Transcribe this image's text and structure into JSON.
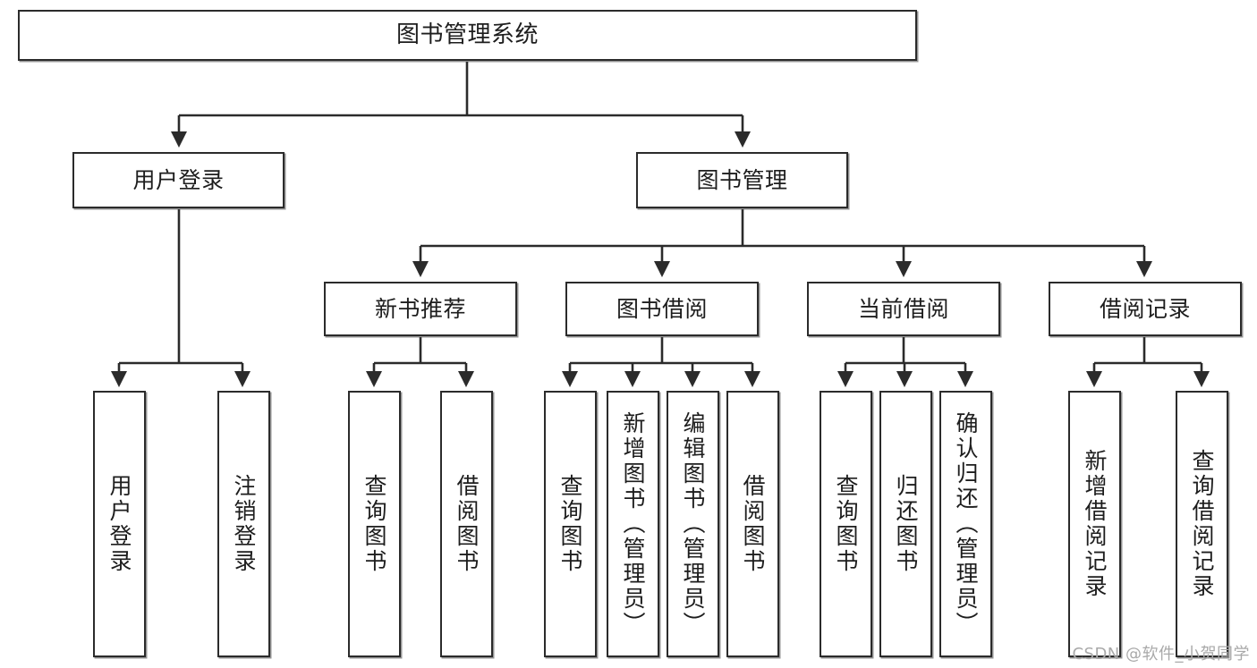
{
  "diagram": {
    "title": "图书管理系统",
    "type": "tree-hierarchy",
    "watermark": "CSDN @软件_小贺同学",
    "colors": {
      "box_border": "#2b2b2b",
      "box_fill": "#ffffff",
      "edge": "#2b2b2b",
      "text": "#1d1d1d",
      "watermark": "#a9a9a9",
      "background": "#ffffff"
    },
    "nodes": {
      "root": {
        "label": "图书管理系统"
      },
      "level2": [
        {
          "id": "user-login",
          "label": "用户登录"
        },
        {
          "id": "book-management",
          "label": "图书管理"
        }
      ],
      "level3": [
        {
          "id": "new-book-recommend",
          "label": "新书推荐"
        },
        {
          "id": "book-borrow",
          "label": "图书借阅"
        },
        {
          "id": "current-borrow",
          "label": "当前借阅"
        },
        {
          "id": "borrow-record",
          "label": "借阅记录"
        }
      ],
      "leaves": {
        "user_login": [
          {
            "id": "leaf-user-login",
            "label": "用户登录"
          },
          {
            "id": "leaf-logout-login",
            "label": "注销登录"
          }
        ],
        "new_book_recommend": [
          {
            "id": "leaf-query-book-1",
            "label": "查询图书"
          },
          {
            "id": "leaf-borrow-book-1",
            "label": "借阅图书"
          }
        ],
        "book_borrow": [
          {
            "id": "leaf-query-book-2",
            "label": "查询图书"
          },
          {
            "id": "leaf-add-book",
            "label": "新增图书（管理员）"
          },
          {
            "id": "leaf-edit-book",
            "label": "编辑图书（管理员）"
          },
          {
            "id": "leaf-borrow-book-2",
            "label": "借阅图书"
          }
        ],
        "current_borrow": [
          {
            "id": "leaf-query-book-3",
            "label": "查询图书"
          },
          {
            "id": "leaf-return-book",
            "label": "归还图书"
          },
          {
            "id": "leaf-confirm-return",
            "label": "确认归还（管理员）"
          }
        ],
        "borrow_record": [
          {
            "id": "leaf-add-record",
            "label": "新增借阅记录"
          },
          {
            "id": "leaf-query-record",
            "label": "查询借阅记录"
          }
        ]
      }
    }
  }
}
